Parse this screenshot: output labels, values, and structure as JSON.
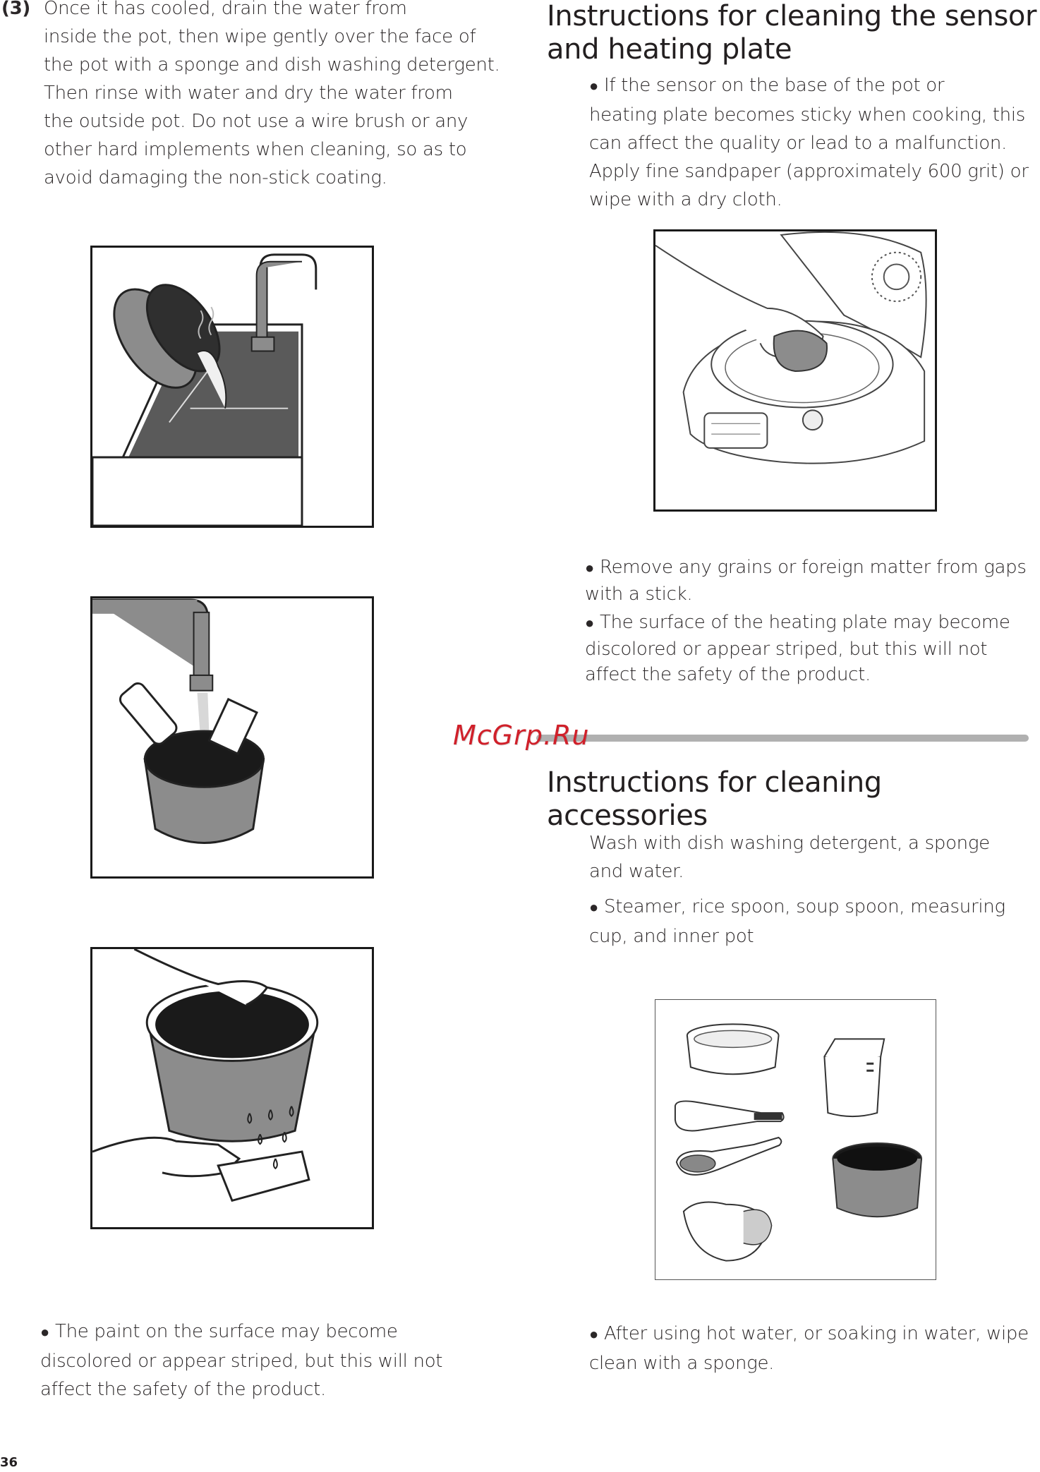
{
  "left": {
    "step_number": "(3)",
    "step_lines": [
      "Once it has cooled, drain the water from",
      "inside the pot, then wipe gently over the face of",
      "the pot with a sponge and dish washing detergent.",
      "Then rinse with water and dry the water from",
      "the outside pot. Do not use a wire brush or any",
      "other hard implements when cleaning, so as to",
      "avoid damaging the non-stick coating."
    ],
    "note_lines": [
      "The paint on the surface may become",
      "discolored or appear striped, but this will not",
      "affect the safety of the product."
    ]
  },
  "sensor": {
    "heading_line1": "Instructions for cleaning the sensor",
    "heading_line2": "and heating plate",
    "bullet1_lines": [
      "If the sensor on the base of the pot or",
      "heating plate becomes sticky when cooking, this",
      "can affect the quality or lead to a malfunction.",
      "Apply fine sandpaper (approximately 600 grit) or",
      "wipe with a dry cloth."
    ],
    "bullet2_lines": [
      "Remove any grains or foreign matter from gaps",
      "with a stick."
    ],
    "bullet3_lines": [
      "The surface of the heating plate may become",
      "discolored or appear striped, but this will not",
      "affect the safety of the product."
    ]
  },
  "watermark": "McGrp.Ru",
  "accessories": {
    "heading": "Instructions for cleaning accessories",
    "intro_lines": [
      "Wash with dish washing detergent, a sponge",
      "and water."
    ],
    "bullet1_lines": [
      "Steamer, rice spoon, soup spoon, measuring",
      "cup, and inner pot"
    ],
    "bullet2_lines": [
      "After using hot water, or soaking in water, wipe",
      "clean with a sponge."
    ]
  },
  "page_number": "36"
}
